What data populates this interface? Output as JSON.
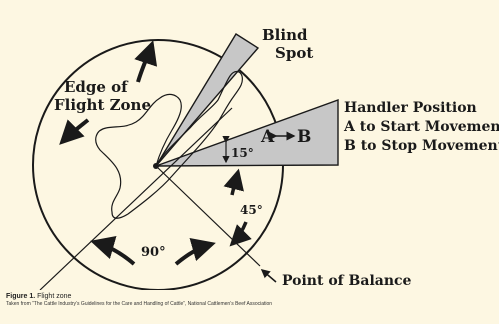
{
  "labels": {
    "blind_spot_line1": "Blind",
    "blind_spot_line2": "Spot",
    "edge_line1": "Edge of",
    "edge_line2": "Flight Zone",
    "handler_line1": "Handler Position",
    "handler_line2": "A to Start Movement",
    "handler_line3": "B to Stop Movement",
    "zone_a": "A",
    "zone_b": "B",
    "angle_15": "15°",
    "angle_45": "45°",
    "angle_90": "90°",
    "point_of_balance": "Point of Balance"
  },
  "caption": {
    "figure_label": "Figure 1.",
    "figure_title": "Flight zone",
    "source": "Taken from “The Cattle Industry’s Guidelines for the Care and Handling of Cattle”, National Cattlemen’s Beef Association"
  },
  "colors": {
    "background": "#fdf7e2",
    "wedge_fill": "#c7c7c7",
    "ink": "#1a1a1a"
  }
}
